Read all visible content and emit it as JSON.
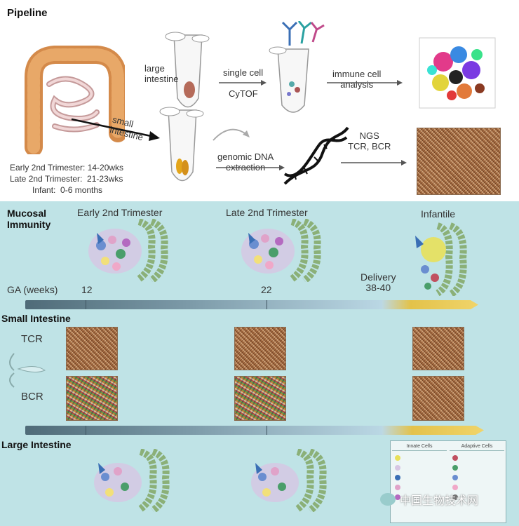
{
  "pipeline": {
    "title": "Pipeline",
    "large_intestine_label": "large\nintestine",
    "small_intestine_label": "small\nintestine",
    "single_cell_label": "single cell",
    "cytof_label": "CyTOF",
    "immune_cell_label": "immune cell\nanalysis",
    "genomic_dna_label": "genomic DNA\nextraction",
    "ngs_label": "NGS\nTCR, BCR",
    "ages": [
      "Early 2nd Trimester: 14-20wks",
      "Late 2nd Trimester:  21-23wks",
      "Infant:  0-6 months"
    ]
  },
  "mucosal": {
    "title": "Mucosal\nImmunity",
    "stages": [
      "Early 2nd Trimester",
      "Late 2nd Trimester",
      "Infantile"
    ],
    "ga_label": "GA (weeks)",
    "ga_12": "12",
    "ga_22": "22",
    "delivery_label": "Delivery\n38-40"
  },
  "small_intestine": {
    "title": "Small Intestine",
    "tcr": "TCR",
    "bcr": "BCR"
  },
  "large_intestine": {
    "title": "Large Intestine"
  },
  "legend": {
    "innate_header": "Innate Cells",
    "adaptive_header": "Adaptive Cells"
  },
  "watermark": "中国生物技术网",
  "colors": {
    "teal_bg": "#bfe3e6",
    "timeline_dark": "#4f6b78",
    "timeline_light": "#bcd9e6",
    "delivery_gold": "#e3c24a",
    "intestine_orange": "#d48a4a"
  }
}
